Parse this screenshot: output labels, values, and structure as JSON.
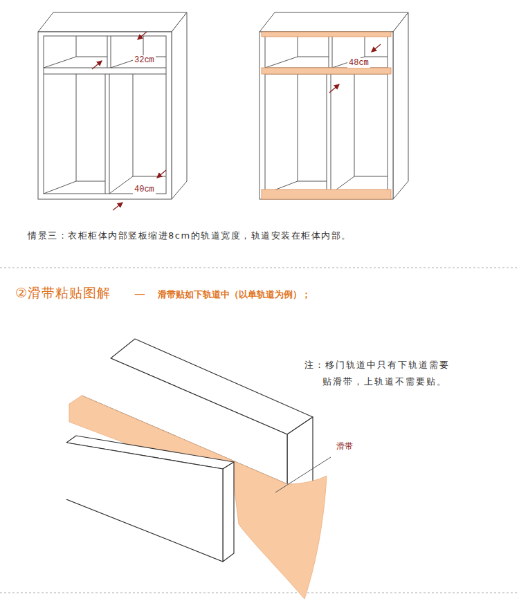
{
  "diagram": {
    "title": "②滑带粘贴图解",
    "labels": [
      "32cm",
      "40cm",
      "48cm",
      "情景三：衣柜柜体内部竖板缩进8cm的轨道宽度，轨道安装在柜体内部。",
      "—",
      "滑带贴如下轨道中（以单轨道为例）；",
      "注：移门轨道中只有下轨道需要 贴滑带，上轨道不需要贴。",
      "滑带"
    ]
  }
}
